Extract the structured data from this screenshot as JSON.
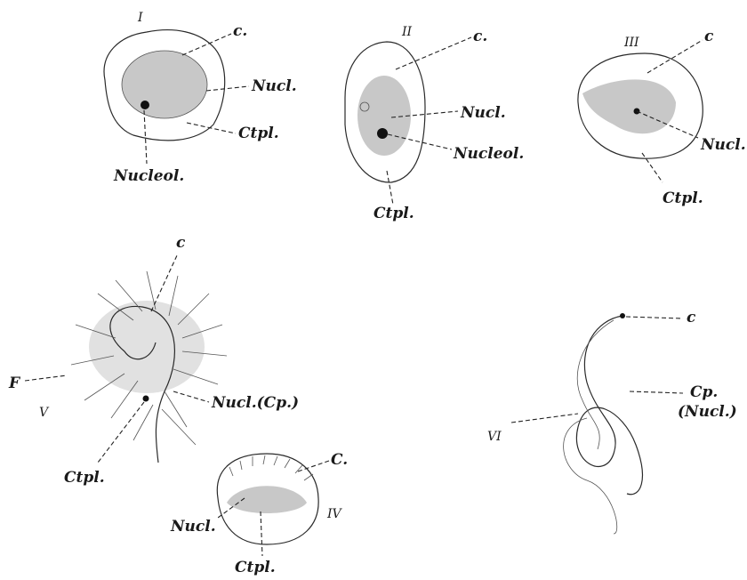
{
  "figures": {
    "I": {
      "numeral": "I",
      "labels": {
        "c": "c.",
        "nucl": "Nucl.",
        "ctpl": "Ctpl.",
        "nucleol": "Nucleol."
      }
    },
    "II": {
      "numeral": "II",
      "labels": {
        "c": "c.",
        "nucl": "Nucl.",
        "nucleol": "Nucleol.",
        "ctpl": "Ctpl."
      }
    },
    "III": {
      "numeral": "III",
      "labels": {
        "c": "c",
        "nucl": "Nucl.",
        "ctpl": "Ctpl."
      }
    },
    "V": {
      "numeral": "V",
      "labels": {
        "c": "c",
        "f": "F",
        "nucl_cp": "Nucl.(Cp.)",
        "ctpl": "Ctpl."
      }
    },
    "IV": {
      "numeral": "IV",
      "labels": {
        "c": "C.",
        "nucl": "Nucl.",
        "ctpl": "Ctpl."
      }
    },
    "VI": {
      "numeral": "VI",
      "labels": {
        "c": "c",
        "cp": "Cp.",
        "nucl_paren": "(Nucl.)"
      }
    }
  }
}
